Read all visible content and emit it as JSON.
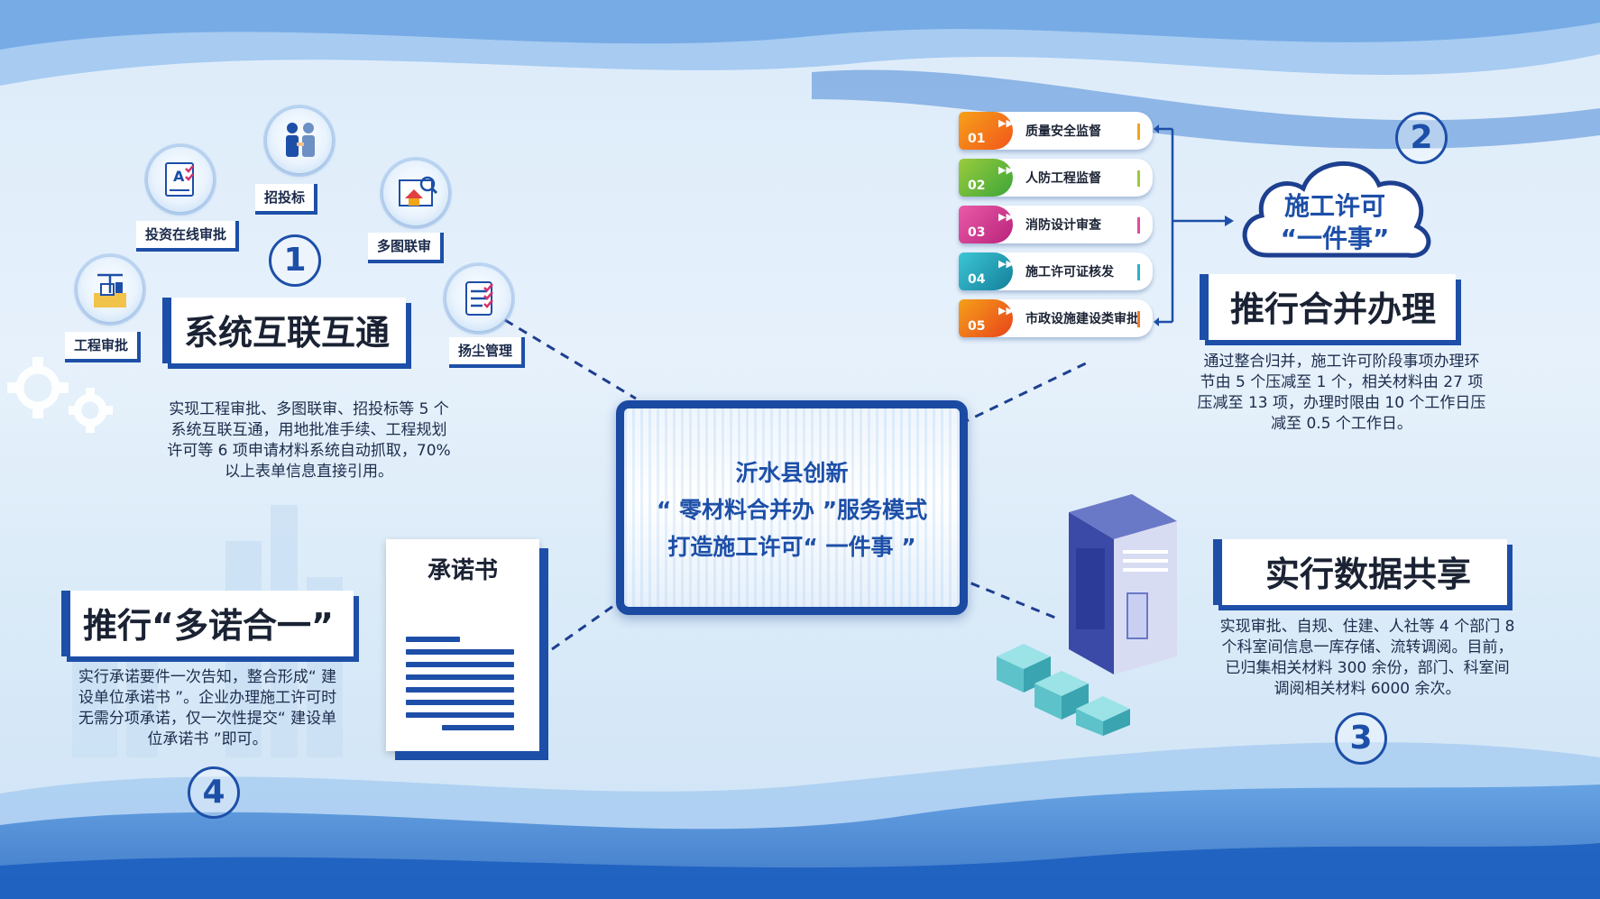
{
  "node1": {
    "number": "1",
    "title": "系统互联互通",
    "description_lines": [
      "实现工程审批、多图联审、招投标等 5 个",
      "系统互联互通，用地批准手续、工程规划",
      "许可等 6 项申请材料系统自动抓取，70%",
      "以上表单信息直接引用。"
    ],
    "tags": {
      "engineering": "工程审批",
      "investment": "投资在线审批",
      "bidding": "招投标",
      "multi_drawing": "多图联审",
      "dust": "扬尘管理"
    }
  },
  "node2": {
    "number": "2",
    "title": "推行合并办理",
    "cloud_line1": "施工许可",
    "cloud_line2": "“一件事”",
    "description_lines": [
      "通过整合归并，施工许可阶段事项办理环",
      "节由 5 个压减至 1 个，相关材料由 27 项",
      "压减至 13 项，办理时限由 10 个工作日压",
      "减至 0.5 个工作日。"
    ],
    "items": [
      {
        "num": "01",
        "label": "质量安全监督",
        "color": "#f26a1b",
        "bar": "#f2a51b"
      },
      {
        "num": "02",
        "label": "人防工程监督",
        "color": "#5cb82f",
        "bar": "#9acb3c"
      },
      {
        "num": "03",
        "label": "消防设计审查",
        "color": "#d62e8a",
        "bar": "#e04aa0"
      },
      {
        "num": "04",
        "label": "施工许可证核发",
        "color": "#1fa7b8",
        "bar": "#2bb3c4"
      },
      {
        "num": "05",
        "label": "市政设施建设类审批",
        "color": "#f0561e",
        "bar": "#f07a2a"
      }
    ]
  },
  "node3": {
    "number": "3",
    "title": "实行数据共享",
    "description_lines": [
      "实现审批、自规、住建、人社等 4 个部门 8",
      "个科室间信息一库存储、流转调阅。目前，",
      "已归集相关材料 300 余份，部门、科室间",
      "调阅相关材料 6000 余次。"
    ]
  },
  "node4": {
    "number": "4",
    "title": "推行“多诺合一”",
    "doc_title": "承诺书",
    "description_lines": [
      "实行承诺要件一次告知，整合形成“ 建",
      "设单位承诺书 ”。企业办理施工许可时",
      "无需分项承诺，仅一次性提交“ 建设单",
      "位承诺书 ”即可。"
    ]
  },
  "center": {
    "line1": "沂水县创新",
    "line2": "“ 零材料合并办 ”服务模式",
    "line3": "打造施工许可“ 一件事 ”"
  },
  "colors": {
    "primary": "#1d4fa8",
    "title_text": "#1a2233",
    "background": "#dcebfa"
  }
}
